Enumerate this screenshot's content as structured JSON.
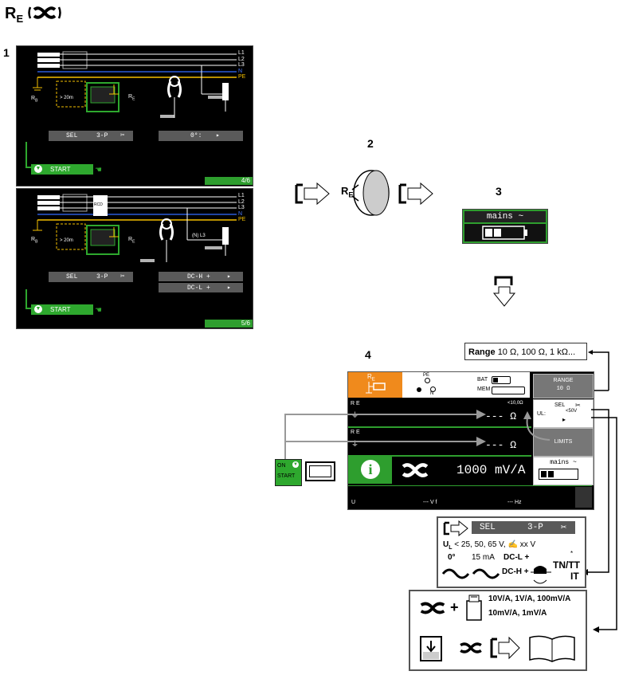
{
  "title": {
    "main": "R",
    "sub": "E"
  },
  "step_labels": {
    "s1": "1",
    "s2": "2",
    "s3": "3",
    "s4": "4"
  },
  "screen1": {
    "lines": [
      "L1",
      "L2",
      "L3",
      "N",
      "PE"
    ],
    "rb": "R",
    "rb_sub": "B",
    "re": "R",
    "re_sub": "E",
    "distance": "> 20m",
    "sel_label": "SEL",
    "sel_value": "3-P",
    "angle_value": "0°:",
    "start": "START",
    "page": "4/6"
  },
  "screen2": {
    "lines": [
      "L1",
      "L2",
      "L3",
      "N",
      "PE"
    ],
    "rb": "R",
    "rb_sub": "B",
    "re": "R",
    "re_sub": "E",
    "distance": "> 20m",
    "n_l3": "(N) L3",
    "rcd": "RCD",
    "sel_label": "SEL",
    "sel_value": "3-P",
    "dch": "DC-H  +",
    "dcl": "DC-L  +",
    "start": "START",
    "page": "5/6"
  },
  "step2": {
    "re": "R",
    "re_sub": "E"
  },
  "step3": {
    "mains": "mains ~"
  },
  "range_box": {
    "label": "Range",
    "values": "10 Ω, 100 Ω, 1 kΩ..."
  },
  "device": {
    "tab_re": "R",
    "tab_re_sub": "E",
    "pe_label": "PE",
    "n_label": "N",
    "bat": "BAT",
    "mem": "MEM",
    "range_label": "RANGE",
    "range_value": "10 Ω",
    "sel_label": "SEL",
    "ul_label": "UL:",
    "ul_value": "<50V",
    "row1_label": "R E",
    "row1_limit": "<10,0Ω",
    "row1_value": "--- Ω",
    "row2_label": "R E",
    "row2_value": "--- Ω",
    "limits": "LIMITS",
    "clamp_value": "1000 mV/A",
    "mains": "mains ~",
    "footer_u": "U",
    "footer_v": "--- V f",
    "footer_hz": "--- Hz"
  },
  "on_start": {
    "on": "ON",
    "start": "START"
  },
  "sel_panel": {
    "sel_label": "SEL",
    "sel_value": "3-P",
    "ul_prefix": "U",
    "ul_sub": "L",
    "ul_values": "< 25, 50, 65 V,",
    "ul_xx": "xx V",
    "angle": "0°",
    "current": "15 mA",
    "dcl": "DC-L +",
    "dch": "DC-H +",
    "tn": "TN/TT",
    "it": "IT",
    "star": "*"
  },
  "clamp_panel": {
    "ranges1": "10V/A, 1V/A, 100mV/A",
    "ranges2": "10mV/A, 1mV/A",
    "plus": "+"
  },
  "colors": {
    "screen_bg": "#000000",
    "green": "#2ea82e",
    "orange": "#f08a1c",
    "gray": "#5a5a5a",
    "blue": "#2a5bd7",
    "pe_yellow": "#f5c000"
  }
}
